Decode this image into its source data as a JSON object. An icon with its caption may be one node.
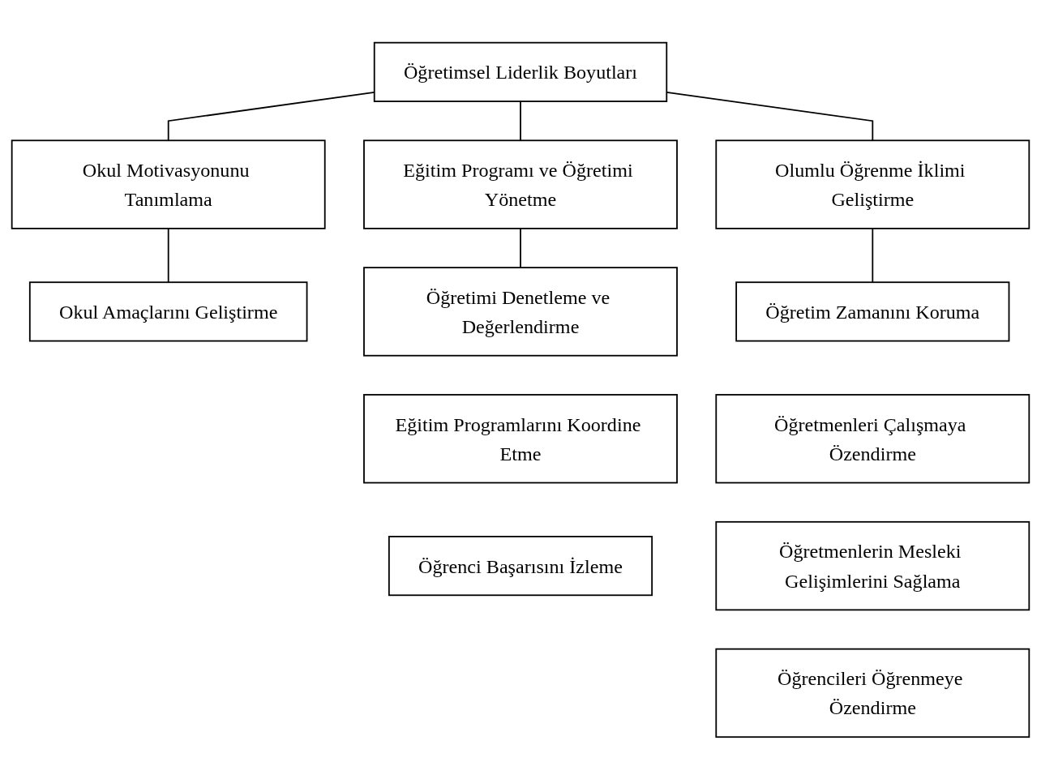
{
  "diagram": {
    "nodes": [
      {
        "text": [
          "Öğretimsel Liderlik Boyutları"
        ]
      },
      {
        "text": [
          "Okul Motivasyonunu Tanımlama"
        ]
      },
      {
        "text": [
          "Eğitim Programı ve Öğretimi Yönetme"
        ]
      },
      {
        "text": [
          "Olumlu Öğrenme İklimi Geliştirme"
        ]
      },
      {
        "text": [
          "Okul Amaçlarını Geliştirme"
        ]
      },
      {
        "text": [
          "Öğretimi Denetleme ve Değerlendirme"
        ]
      },
      {
        "text": [
          "Eğitim Programlarını Koordine Etme"
        ]
      },
      {
        "text": [
          "Öğrenci Başarısını İzleme"
        ]
      },
      {
        "text": [
          "Öğretim Zamanını Koruma"
        ]
      },
      {
        "text": [
          "Öğretmenleri Çalışmaya Özendirme"
        ]
      },
      {
        "text": [
          "Öğretmenlerin Mesleki Gelişimlerini Sağlama"
        ]
      },
      {
        "text": [
          "Öğrencileri Öğrenmeye Özendirme"
        ]
      }
    ],
    "edges": [
      {
        "from": 0,
        "to": 1,
        "arrow": "none"
      },
      {
        "from": 0,
        "to": 2,
        "arrow": "none"
      },
      {
        "from": 0,
        "to": 3,
        "arrow": "none"
      },
      {
        "from": 1,
        "to": 4,
        "arrow": "none"
      },
      {
        "from": 2,
        "to": 5,
        "arrow": "none"
      },
      {
        "from": 3,
        "to": 8,
        "arrow": "none"
      }
    ]
  }
}
